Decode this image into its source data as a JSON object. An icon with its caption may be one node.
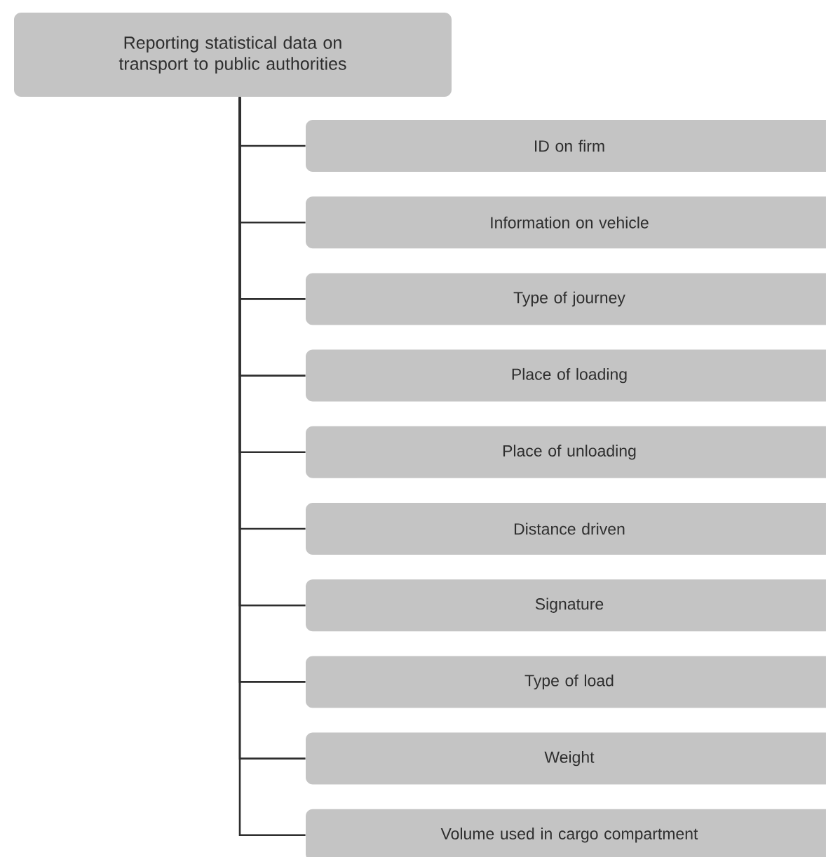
{
  "diagram": {
    "nodes": [
      {
        "text": [
          "Reporting statistical data on transport to public authorities"
        ]
      },
      {
        "text": [
          "ID on firm"
        ]
      },
      {
        "text": [
          "Information on vehicle"
        ]
      },
      {
        "text": [
          "Type of journey"
        ]
      },
      {
        "text": [
          "Place of loading"
        ]
      },
      {
        "text": [
          "Place of unloading"
        ]
      },
      {
        "text": [
          "Distance driven"
        ]
      },
      {
        "text": [
          "Signature"
        ]
      },
      {
        "text": [
          "Type of load"
        ]
      },
      {
        "text": [
          "Weight"
        ]
      },
      {
        "text": [
          "Volume used in cargo compartment"
        ]
      }
    ],
    "edges": [
      {
        "from": 0,
        "to": 1,
        "arrow": "none"
      },
      {
        "from": 0,
        "to": 2,
        "arrow": "none"
      },
      {
        "from": 0,
        "to": 3,
        "arrow": "none"
      },
      {
        "from": 0,
        "to": 4,
        "arrow": "none"
      },
      {
        "from": 0,
        "to": 5,
        "arrow": "none"
      },
      {
        "from": 0,
        "to": 6,
        "arrow": "none"
      },
      {
        "from": 0,
        "to": 7,
        "arrow": "none"
      },
      {
        "from": 0,
        "to": 8,
        "arrow": "none"
      },
      {
        "from": 0,
        "to": 9,
        "arrow": "none"
      },
      {
        "from": 0,
        "to": 10,
        "arrow": "none"
      }
    ]
  }
}
